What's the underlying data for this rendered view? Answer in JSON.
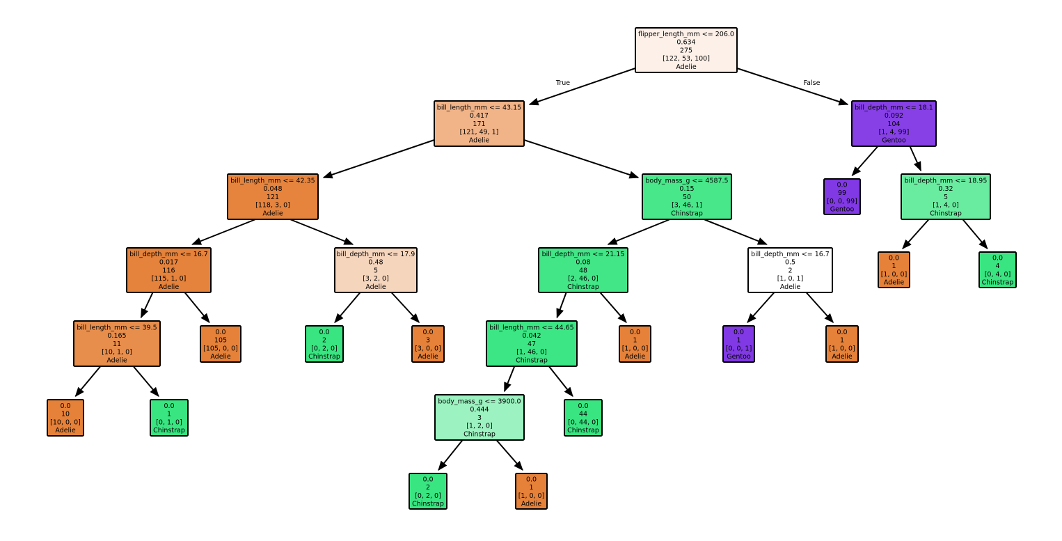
{
  "colors": {
    "Adelie": "#e58139",
    "Chinstrap": "#39e581",
    "Gentoo": "#8139e5",
    "line": "#000000",
    "background": "#ffffff"
  },
  "edge_labels": {
    "true": "True",
    "false": "False"
  },
  "nodes": [
    {
      "id": "n0",
      "lines": [
        "flipper_length_mm <= 206.0",
        "0.634",
        "275",
        "[122, 53, 100]",
        "Adelie"
      ],
      "fill": "#fcf0e8"
    },
    {
      "id": "n1",
      "lines": [
        "bill_length_mm <= 43.15",
        "0.417",
        "171",
        "[121, 49, 1]",
        "Adelie"
      ],
      "fill": "#f1b489"
    },
    {
      "id": "n2",
      "lines": [
        "bill_length_mm <= 42.35",
        "0.048",
        "121",
        "[118, 3, 0]",
        "Adelie"
      ],
      "fill": "#e6843e"
    },
    {
      "id": "n3",
      "lines": [
        "bill_depth_mm <= 16.7",
        "0.017",
        "116",
        "[115, 1, 0]",
        "Adelie"
      ],
      "fill": "#e5823b"
    },
    {
      "id": "n4",
      "lines": [
        "bill_length_mm <= 39.5",
        "0.165",
        "11",
        "[10, 1, 0]",
        "Adelie"
      ],
      "fill": "#e88e4d"
    },
    {
      "id": "n5",
      "lines": [
        "0.0",
        "10",
        "[10, 0, 0]",
        "Adelie"
      ],
      "fill": "#e58139"
    },
    {
      "id": "n6",
      "lines": [
        "0.0",
        "1",
        "[0, 1, 0]",
        "Chinstrap"
      ],
      "fill": "#39e581"
    },
    {
      "id": "n7",
      "lines": [
        "0.0",
        "105",
        "[105, 0, 0]",
        "Adelie"
      ],
      "fill": "#e58139"
    },
    {
      "id": "n8",
      "lines": [
        "bill_depth_mm <= 17.9",
        "0.48",
        "5",
        "[3, 2, 0]",
        "Adelie"
      ],
      "fill": "#f6d5bd"
    },
    {
      "id": "n9",
      "lines": [
        "0.0",
        "2",
        "[0, 2, 0]",
        "Chinstrap"
      ],
      "fill": "#39e581"
    },
    {
      "id": "n10",
      "lines": [
        "0.0",
        "3",
        "[3, 0, 0]",
        "Adelie"
      ],
      "fill": "#e58139"
    },
    {
      "id": "n11",
      "lines": [
        "body_mass_g <= 4587.5",
        "0.15",
        "50",
        "[3, 46, 1]",
        "Chinstrap"
      ],
      "fill": "#47e78a"
    },
    {
      "id": "n12",
      "lines": [
        "bill_depth_mm <= 21.15",
        "0.08",
        "48",
        "[2, 46, 0]",
        "Chinstrap"
      ],
      "fill": "#42e687"
    },
    {
      "id": "n13",
      "lines": [
        "bill_length_mm <= 44.65",
        "0.042",
        "47",
        "[1, 46, 0]",
        "Chinstrap"
      ],
      "fill": "#3de684"
    },
    {
      "id": "n14",
      "lines": [
        "body_mass_g <= 3900.0",
        "0.444",
        "3",
        "[1, 2, 0]",
        "Chinstrap"
      ],
      "fill": "#9cf2c0"
    },
    {
      "id": "n15",
      "lines": [
        "0.0",
        "2",
        "[0, 2, 0]",
        "Chinstrap"
      ],
      "fill": "#39e581"
    },
    {
      "id": "n16",
      "lines": [
        "0.0",
        "1",
        "[1, 0, 0]",
        "Adelie"
      ],
      "fill": "#e58139"
    },
    {
      "id": "n17",
      "lines": [
        "0.0",
        "44",
        "[0, 44, 0]",
        "Chinstrap"
      ],
      "fill": "#39e581"
    },
    {
      "id": "n18",
      "lines": [
        "0.0",
        "1",
        "[1, 0, 0]",
        "Adelie"
      ],
      "fill": "#e58139"
    },
    {
      "id": "n19",
      "lines": [
        "bill_depth_mm <= 16.7",
        "0.5",
        "2",
        "[1, 0, 1]",
        "Adelie"
      ],
      "fill": "#ffffff"
    },
    {
      "id": "n20",
      "lines": [
        "0.0",
        "1",
        "[0, 0, 1]",
        "Gentoo"
      ],
      "fill": "#8139e5"
    },
    {
      "id": "n21",
      "lines": [
        "0.0",
        "1",
        "[1, 0, 0]",
        "Adelie"
      ],
      "fill": "#e58139"
    },
    {
      "id": "n22",
      "lines": [
        "bill_depth_mm <= 18.1",
        "0.092",
        "104",
        "[1, 4, 99]",
        "Gentoo"
      ],
      "fill": "#8640e6"
    },
    {
      "id": "n23",
      "lines": [
        "0.0",
        "99",
        "[0, 0, 99]",
        "Gentoo"
      ],
      "fill": "#8139e5"
    },
    {
      "id": "n24",
      "lines": [
        "bill_depth_mm <= 18.95",
        "0.32",
        "5",
        "[1, 4, 0]",
        "Chinstrap"
      ],
      "fill": "#6aeca0"
    },
    {
      "id": "n25",
      "lines": [
        "0.0",
        "1",
        "[1, 0, 0]",
        "Adelie"
      ],
      "fill": "#e58139"
    },
    {
      "id": "n26",
      "lines": [
        "0.0",
        "4",
        "[0, 4, 0]",
        "Chinstrap"
      ],
      "fill": "#39e581"
    }
  ],
  "edges": [
    {
      "from": "n0",
      "to": "n1",
      "label": "true"
    },
    {
      "from": "n0",
      "to": "n22",
      "label": "false"
    },
    {
      "from": "n1",
      "to": "n2"
    },
    {
      "from": "n1",
      "to": "n11"
    },
    {
      "from": "n2",
      "to": "n3"
    },
    {
      "from": "n2",
      "to": "n8"
    },
    {
      "from": "n3",
      "to": "n4"
    },
    {
      "from": "n3",
      "to": "n7"
    },
    {
      "from": "n4",
      "to": "n5"
    },
    {
      "from": "n4",
      "to": "n6"
    },
    {
      "from": "n8",
      "to": "n9"
    },
    {
      "from": "n8",
      "to": "n10"
    },
    {
      "from": "n11",
      "to": "n12"
    },
    {
      "from": "n11",
      "to": "n19"
    },
    {
      "from": "n12",
      "to": "n13"
    },
    {
      "from": "n12",
      "to": "n18"
    },
    {
      "from": "n13",
      "to": "n14"
    },
    {
      "from": "n13",
      "to": "n17"
    },
    {
      "from": "n14",
      "to": "n15"
    },
    {
      "from": "n14",
      "to": "n16"
    },
    {
      "from": "n19",
      "to": "n20"
    },
    {
      "from": "n19",
      "to": "n21"
    },
    {
      "from": "n22",
      "to": "n23"
    },
    {
      "from": "n22",
      "to": "n24"
    },
    {
      "from": "n24",
      "to": "n25"
    },
    {
      "from": "n24",
      "to": "n26"
    }
  ]
}
